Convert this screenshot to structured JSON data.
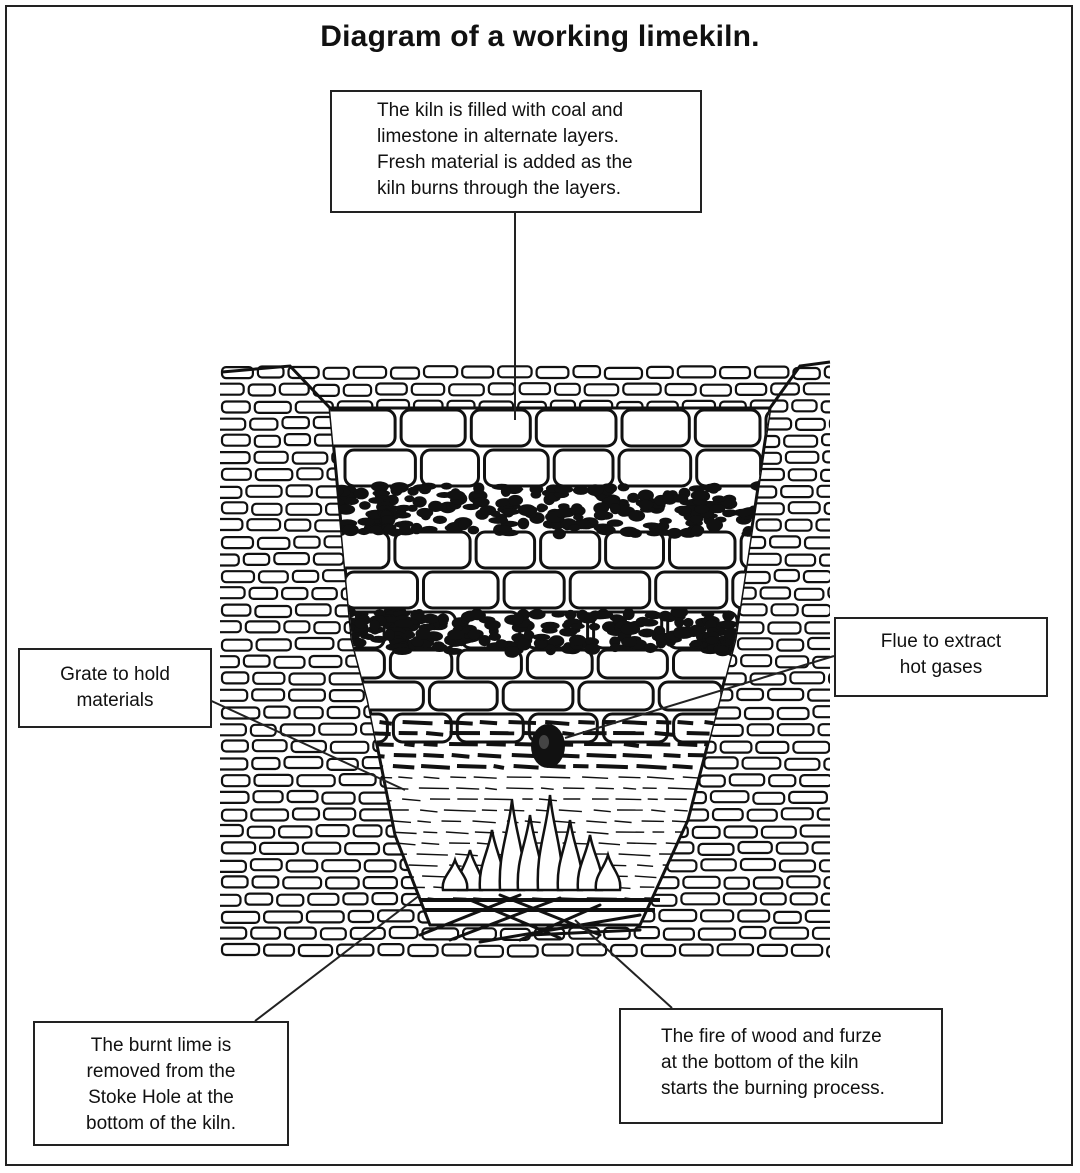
{
  "title": "Diagram of a working limekiln.",
  "labels": {
    "top": {
      "lines": [
        "The kiln is filled with coal and",
        "limestone in alternate layers.",
        "Fresh material is added as the",
        "kiln burns through the layers."
      ]
    },
    "flue": {
      "lines": [
        "Flue to extract",
        "hot gases"
      ]
    },
    "grate": {
      "lines": [
        "Grate to hold",
        "materials"
      ]
    },
    "lime": {
      "lines": [
        "The burnt lime is",
        "removed from the",
        "Stoke Hole at the",
        "bottom of the kiln."
      ]
    },
    "fire": {
      "lines": [
        "The fire of wood and furze",
        "at the bottom of the kiln",
        "starts the burning process."
      ]
    }
  }
}
